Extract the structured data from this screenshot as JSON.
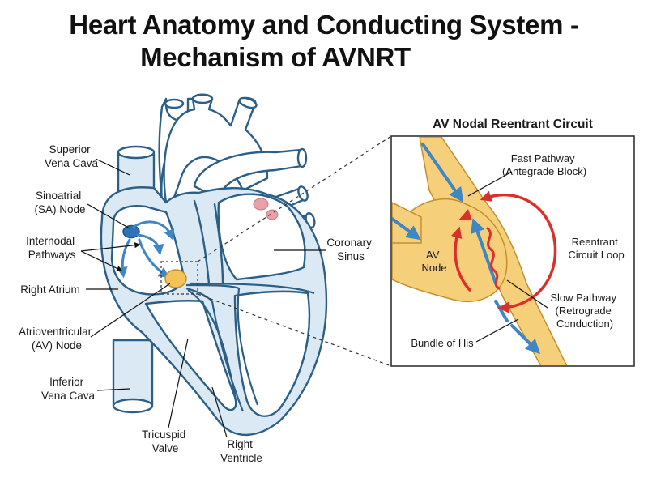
{
  "title": {
    "line1": "Heart Anatomy and Conducting System -",
    "line2": "Mechanism of AVNRT"
  },
  "labels": {
    "superior_vena_cava": [
      "Superior",
      "Vena Cava"
    ],
    "sa_node": [
      "Sinoatrial",
      "(SA) Node"
    ],
    "internodal_pathways": [
      "Internodal",
      "Pathways"
    ],
    "right_atrium": [
      "Right Atrium"
    ],
    "av_node": [
      "Atrioventricular",
      "(AV) Node"
    ],
    "inferior_vena_cava": [
      "Inferior",
      "Vena Cava"
    ],
    "tricuspid_valve": [
      "Tricuspid",
      "Valve"
    ],
    "right_ventricle": [
      "Right",
      "Ventricle"
    ],
    "coronary_sinus": [
      "Coronary",
      "Sinus"
    ]
  },
  "inset": {
    "title": "AV Nodal Reentrant Circuit",
    "fast_pathway": [
      "Fast Pathway",
      "(Antegrade Block)"
    ],
    "reentrant_loop": [
      "Reentrant",
      "Circuit Loop"
    ],
    "slow_pathway": [
      "Slow Pathway",
      "(Retrograde",
      "Conduction)"
    ],
    "av_node": [
      "AV",
      "Node"
    ],
    "bundle_of_his": [
      "Bundle of His"
    ]
  },
  "colors": {
    "outline": "#2b5f87",
    "tissue_fill": "#dbe9f5",
    "node_fill": "#f3c35a",
    "pathway_fill": "#f6cf7a",
    "arrow_blue": "#3f86c4",
    "arrow_red": "#d9302c",
    "pink": "#e8a1a6"
  }
}
